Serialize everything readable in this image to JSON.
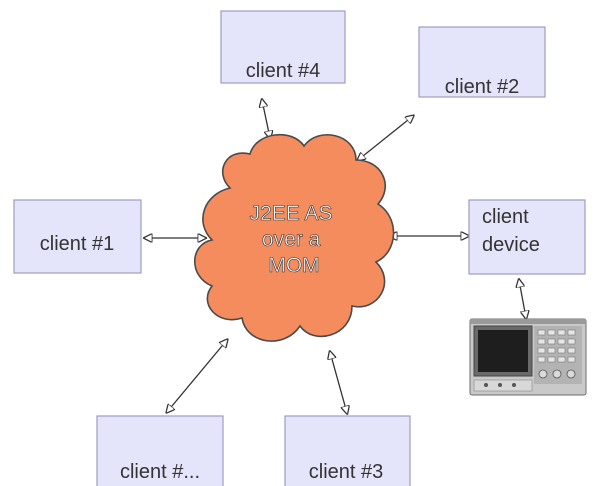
{
  "cloud": {
    "lines": [
      "J2EE AS",
      "over a",
      "MOM"
    ],
    "fill": "#F48C5E",
    "stroke": "#4A4A4A"
  },
  "clients": [
    {
      "id": "client-4",
      "lines": [
        "client #4"
      ]
    },
    {
      "id": "client-2",
      "lines": [
        "client #2"
      ]
    },
    {
      "id": "client-1",
      "lines": [
        "client #1"
      ]
    },
    {
      "id": "client-device",
      "lines": [
        "client",
        "device"
      ]
    },
    {
      "id": "client-ellipsis",
      "lines": [
        "client #..."
      ]
    },
    {
      "id": "client-3",
      "lines": [
        "client #3"
      ]
    }
  ],
  "colors": {
    "box_fill": "#E4E4FA",
    "box_stroke": "#9E9EC0",
    "text": "#333333",
    "arrow": "#333333"
  },
  "device_icon": "test-instrument-icon"
}
